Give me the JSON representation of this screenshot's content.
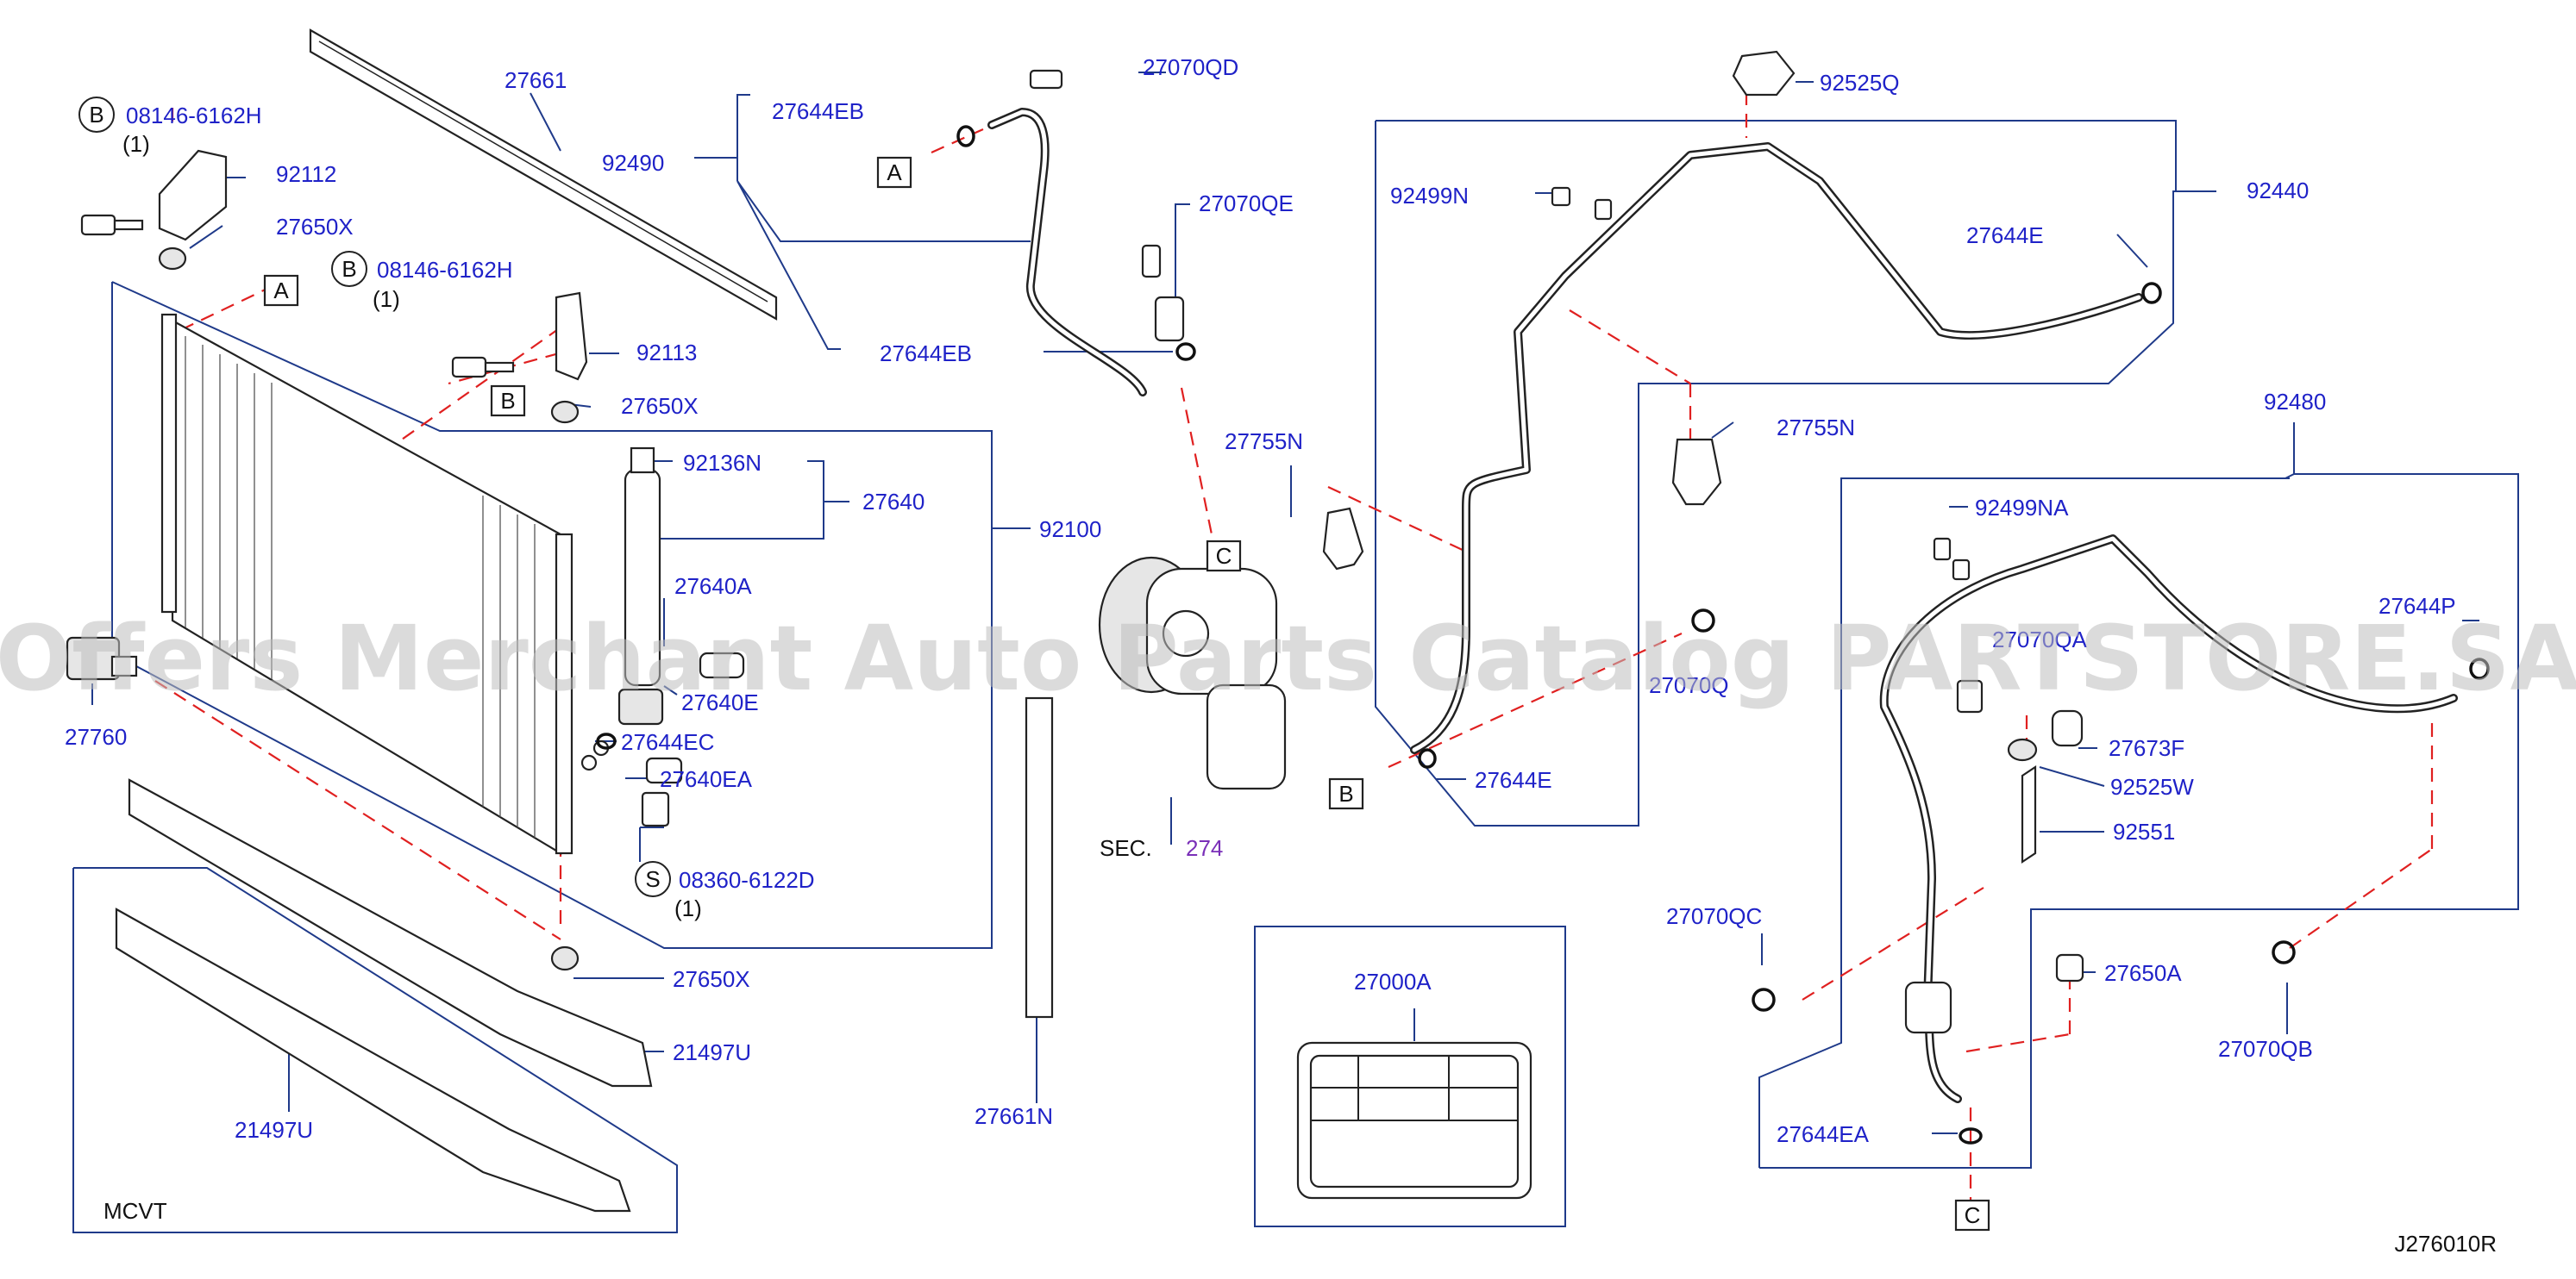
{
  "diagram_code": "J276010R",
  "watermark": "Offers Merchant Auto Parts Catalog PARTSTORE.SA",
  "section_ref": {
    "prefix": "SEC.",
    "number": "274"
  },
  "variant_label": "MCVT",
  "ref_letters": {
    "a": "A",
    "b": "B",
    "c": "C"
  },
  "parts": {
    "p08146_1": "08146-6162H",
    "p08146_1_qty": "(1)",
    "p92112": "92112",
    "p27650X_1": "27650X",
    "p27661": "27661",
    "p92490": "92490",
    "p08146_2": "08146-6162H",
    "p08146_2_qty": "(1)",
    "p92113": "92113",
    "p27650X_2": "27650X",
    "p92136N": "92136N",
    "p27640": "27640",
    "p92100": "92100",
    "p27640A": "27640A",
    "p27640E": "27640E",
    "p27644EC": "27644EC",
    "p27640EA": "27640EA",
    "p08360": "08360-6122D",
    "p08360_qty": "(1)",
    "p27650X_3": "27650X",
    "p21497U_1": "21497U",
    "p21497U_2": "21497U",
    "p27760": "27760",
    "p27644EB_1": "27644EB",
    "p27070QD": "27070QD",
    "p27070QE": "27070QE",
    "p27644EB_2": "27644EB",
    "p27755N_1": "27755N",
    "p27661N": "27661N",
    "p27000A": "27000A",
    "p92525Q": "92525Q",
    "p92499N": "92499N",
    "p92440": "92440",
    "p27644E_1": "27644E",
    "p27755N_2": "27755N",
    "p27070Q": "27070Q",
    "p27644E_2": "27644E",
    "p92480": "92480",
    "p92499NA": "92499NA",
    "p27070QA": "27070QA",
    "p27644P": "27644P",
    "p27673F": "27673F",
    "p92525W": "92525W",
    "p92551": "92551",
    "p27070QC": "27070QC",
    "p27650A": "27650A",
    "p27070QB": "27070QB",
    "p27644EA": "27644EA"
  }
}
